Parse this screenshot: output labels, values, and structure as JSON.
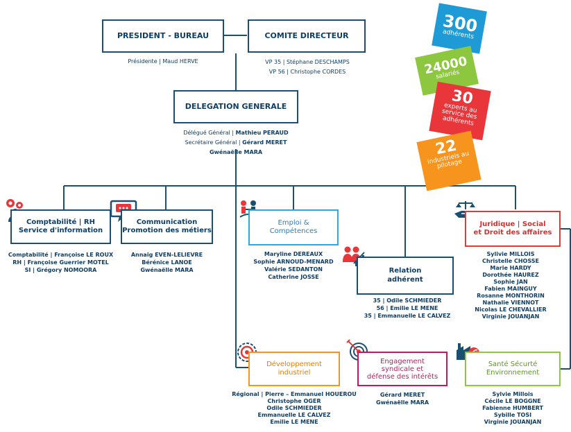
{
  "boxes": {
    "president": "PRESIDENT - BUREAU",
    "comite": "COMITE DIRECTEUR",
    "delegation": "DELEGATION GENERALE",
    "compta_l1": "Comptabilité | RH",
    "compta_l2": "Service d'information",
    "comm_l1": "Communication",
    "comm_l2": "Promotion des métiers",
    "emploi_l1": "Emploi &",
    "emploi_l2": "Compétences",
    "relation_l1": "Relation",
    "relation_l2": "adhérent",
    "juridique_l1": "Juridique | Social",
    "juridique_l2": "et Droit des affaires",
    "dev_l1": "Développement",
    "dev_l2": "industriel",
    "engagement_l1": "Engagement",
    "engagement_l2": "syndicale et",
    "engagement_l3": "défense des intérêts",
    "sante_l1": "Santé Sécurté",
    "sante_l2": "Environnement"
  },
  "captions": {
    "president": [
      "Présidente | Maud HERVE"
    ],
    "comite": [
      "VP 35 | Stéphane DESCHAMPS",
      "VP 56 | Christophe CORDES"
    ],
    "delegation": [
      {
        "role": "Délégué Général |",
        "name": "Mathieu PERAUD"
      },
      {
        "role": "Secrétaire Général |",
        "name": "Gérard MERET"
      },
      {
        "role": "",
        "name": "Gwénaëlle MARA"
      }
    ],
    "compta": [
      "Comptabilité | Françoise LE ROUX",
      "RH | Françoise Guerrier MOTEL",
      "SI | Grégory NOMOORA"
    ],
    "comm": [
      "Annaig EVEN-LELIEVRE",
      "Bérénice LANOE",
      "Gwénaëlle MARA"
    ],
    "emploi": [
      "Maryline DEREAUX",
      "Sophie ARNOUD-MENARD",
      "Valérie SEDANTON",
      "Catherine JOSSE"
    ],
    "relation": [
      "35 | Odile SCHMIEDER",
      "56 | Emilie LE MENE",
      "35 | Emmanuelle LE CALVEZ"
    ],
    "juridique": [
      "Sylivie MILLOIS",
      "Christelle CHOSSE",
      "Marie HARDY",
      "Dorothée HAUREZ",
      "Sophie JAN",
      "Fabien MAINGUY",
      "Rosanne MONTHORIN",
      "Nathalie VIENNOT",
      "Nicolas LE CHEVALLIER",
      "Virginie JOUANJAN"
    ],
    "dev": [
      "Régional | Pierre – Emmanuel HOUEROU",
      "Christophe OGER",
      "Odile SCHMIEDER",
      "Emmanuelle LE CALVEZ",
      "Emilie LE MENE"
    ],
    "engagement": [
      "Gérard MERET",
      "Gwénaëlle MARA"
    ],
    "sante": [
      "Sylvie Millois",
      "Cécile LE BOGGNE",
      "Fabienne HUMBERT",
      "Sybille TOSI",
      "Virginie JOUANJAN"
    ]
  },
  "stats": [
    {
      "num": "300",
      "label": "adhérents",
      "color": "#1e9bd7"
    },
    {
      "num": "24000",
      "label": "salariés",
      "color": "#8dc63f"
    },
    {
      "num": "30",
      "label": "experts au service des adhérents",
      "color": "#e8363a"
    },
    {
      "num": "22",
      "label": "industriels au pilotage",
      "color": "#f7941d"
    }
  ],
  "colors": {
    "navy": "#1b4f72",
    "blue": "#29abe2",
    "red": "#e8363a",
    "orange": "#f7941d",
    "magenta": "#c2185b",
    "green": "#8dc63f"
  },
  "icons": [
    "gears-person-icon",
    "chat-screen-icon",
    "handshake-people-icon",
    "growth-people-icon",
    "scales-handshake-icon",
    "target-gear-icon",
    "bullseye-icon",
    "factory-leaf-icon"
  ]
}
